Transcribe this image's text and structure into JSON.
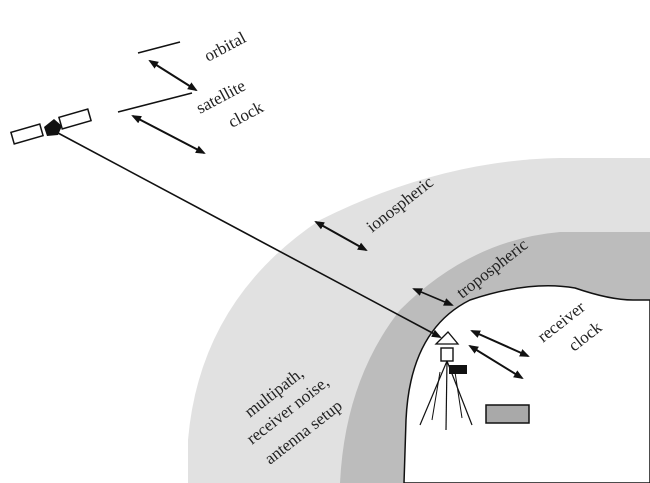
{
  "labels": {
    "orbital": "orbital",
    "satellite": "satellite",
    "clock": "clock",
    "ionospheric": "ionospheric",
    "tropospheric": "tropospheric",
    "receiver": "receiver",
    "receiver_clock": "clock",
    "multipath_1": "multipath,",
    "multipath_2": "receiver noise,",
    "multipath_3": "antenna setup"
  },
  "colors": {
    "ionosphere": "#e1e1e1",
    "troposphere": "#bcbcbc",
    "ground": "#ffffff",
    "lines": "#111111",
    "receiver_box": "#a9a9a9"
  }
}
